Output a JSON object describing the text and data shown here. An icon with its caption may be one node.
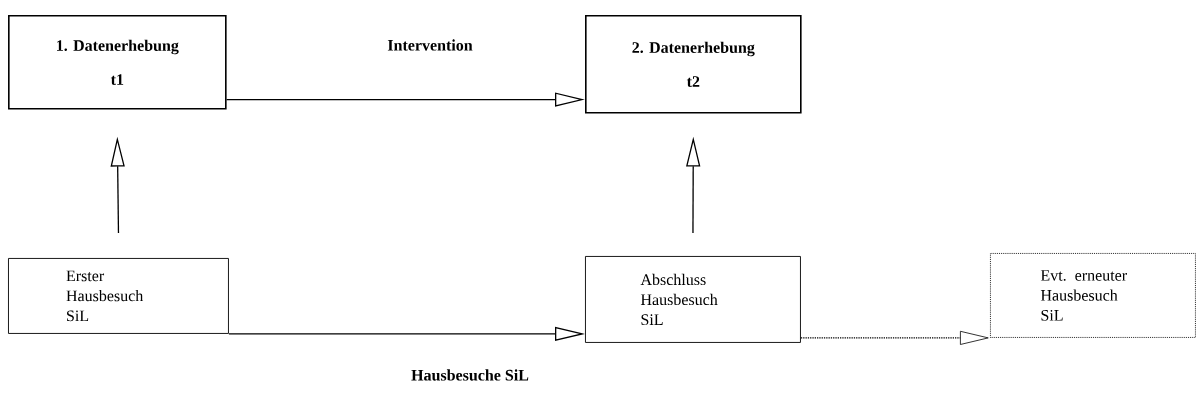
{
  "diagram": {
    "nodes": [
      {
        "text": [
          "1. Datenerhebung",
          "t1"
        ]
      },
      {
        "text": [
          "2. Datenerhebung",
          "t2"
        ]
      },
      {
        "text": [
          "Erster Hausbesuch SiL"
        ]
      },
      {
        "text": [
          "Abschluss Hausbesuch SiL"
        ]
      },
      {
        "text": [
          "Evt. erneuter Hausbesuch SiL"
        ]
      }
    ],
    "edges": [
      {
        "from": 0,
        "to": 1,
        "arrow": "to",
        "label": "Intervention"
      },
      {
        "from": 2,
        "to": 0,
        "arrow": "to"
      },
      {
        "from": 3,
        "to": 1,
        "arrow": "to"
      },
      {
        "from": 2,
        "to": 3,
        "arrow": "to",
        "label": "Hausbesuche SiL"
      },
      {
        "from": 3,
        "to": 4,
        "arrow": "to",
        "style": "dashed"
      }
    ]
  }
}
